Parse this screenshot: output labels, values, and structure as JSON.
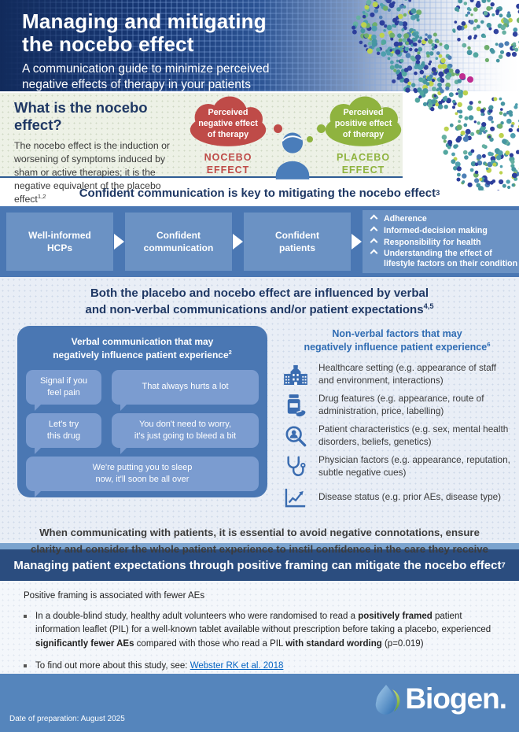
{
  "colors": {
    "header_navy": "#122b5c",
    "accent_navy": "#1f3864",
    "band_blue": "#4a77b3",
    "box_blue": "#6b92c4",
    "bubble_blue": "#7b9cd0",
    "nocebo_red": "#bf4b48",
    "placebo_green": "#8fb33f",
    "banner_navy": "#2b4d7f",
    "footer_blue": "#5585bc",
    "link_blue": "#0563c1"
  },
  "header": {
    "title": "Managing and mitigating\nthe nocebo effect",
    "subtitle": "A communication guide to minimize perceived\nnegative effects of therapy in your patients"
  },
  "what_is": {
    "heading": "What is the nocebo effect?",
    "body": "The nocebo effect is the induction or worsening of symptoms induced by sham or active therapies; it is the negative equivalent of the placebo effect",
    "body_sup": "1,2",
    "nocebo_cloud": {
      "bubble_text": "Perceived\nnegative effect\nof therapy",
      "label": "NOCEBO\nEFFECT"
    },
    "placebo_cloud": {
      "bubble_text": "Perceived\npositive effect\nof therapy",
      "label": "PLACEBO\nEFFECT"
    }
  },
  "flow": {
    "heading": "Confident communication is key to mitigating the nocebo effect",
    "heading_sup": "3",
    "steps": [
      "Well-informed\nHCPs",
      "Confident\ncommunication",
      "Confident\npatients"
    ],
    "outcomes": [
      "Adherence",
      "Informed-decision making",
      "Responsibility for health",
      "Understanding the effect of lifestyle factors on their condition"
    ]
  },
  "influence": {
    "heading": "Both the placebo and nocebo effect are influenced by verbal\nand non-verbal communications and/or patient expectations",
    "heading_sup": "4,5",
    "verbal": {
      "heading": "Verbal communication that may\nnegatively influence patient experience",
      "heading_sup": "2",
      "bubbles": [
        "Signal if you\nfeel pain",
        "That always hurts a lot",
        "Let's try\nthis drug",
        "You don't need to worry,\nit's just going to bleed a bit",
        "We're putting you to sleep\nnow,  it'll soon be all over"
      ]
    },
    "nonverbal": {
      "heading": "Non-verbal factors that may\nnegatively influence patient experience",
      "heading_sup": "6",
      "items": [
        {
          "icon": "hospital-icon",
          "text": "Healthcare setting (e.g. appearance of staff and environment, interactions)"
        },
        {
          "icon": "pill-bottle-icon",
          "text": "Drug features (e.g. appearance, route of administration, price, labelling)"
        },
        {
          "icon": "magnifier-person-icon",
          "text": "Patient characteristics (e.g. sex, mental health disorders, beliefs, genetics)"
        },
        {
          "icon": "stethoscope-icon",
          "text": "Physician factors (e.g. appearance, reputation, subtle negative cues)"
        },
        {
          "icon": "chart-line-icon",
          "text": "Disease status (e.g. prior AEs, disease type)"
        }
      ]
    },
    "closing": "When communicating with patients, it is essential to avoid negative connotations, ensure\nclarity and consider the whole patient experience to instil confidence in the care they receive"
  },
  "banner": {
    "text": "Managing patient expectations through positive framing can mitigate the nocebo effect",
    "sup": "7"
  },
  "study": {
    "intro": "Positive framing is associated with fewer AEs",
    "bullet1": {
      "seg1": "In a double-blind study, healthy adult volunteers who were randomised to read a ",
      "bold1": "positively framed",
      "seg2": " patient information leaflet (PIL) for a well-known tablet available without prescription before taking a placebo, experienced ",
      "bold2": "significantly fewer AEs",
      "seg3": " compared with those who read a PIL ",
      "bold3": "with standard wording",
      "seg4": " (p=0.019)"
    },
    "bullet2": {
      "text": "To find out more about this study, see: ",
      "link": "Webster RK et al. 2018"
    }
  },
  "footer": {
    "date_text": "Date of preparation: August 2025",
    "brand": "Biogen."
  }
}
